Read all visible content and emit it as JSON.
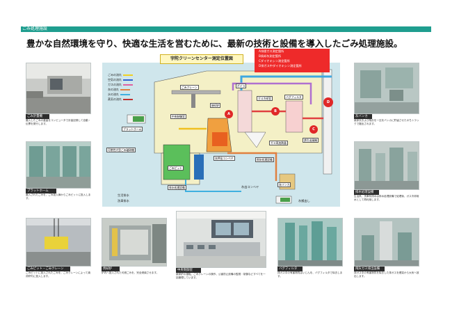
{
  "header": {
    "section_tag": "ごみ処理施設",
    "title": "豊かな自然環境を守り、快適な生活を営むために、最新の技術と設備を導入したごみ処理施設。"
  },
  "diagram": {
    "title": "宇陀クリーンセンター測定位置図",
    "legend": [
      "A排煙ガス測定箇所",
      "B焼却灰測定箇所",
      "Cダイオキシン測定箇所",
      "D排ガス中ダイオキシン測定箇所"
    ],
    "key": [
      "ごみの流れ",
      "空気の流れ",
      "ガスの流れ",
      "灰の流れ",
      "水の流れ",
      "蒸気の流れ"
    ],
    "labels": {
      "crane": "ごみクレーン",
      "platform": "プラットホーム",
      "pit": "ごみピット",
      "control": "中央制御室",
      "bulky": "可燃性大型ごみ破砕機",
      "furnace": "焼却炉",
      "ash_conveyor": "灰押出コンベヤ",
      "boiler": "ボイラ",
      "cooler": "ガス冷却室",
      "filter": "バグフィルタ",
      "fan": "誘引送風機",
      "stack": "煙突",
      "wastewater": "排水処理設備",
      "living": "生活排水",
      "plant": "洗車排水",
      "ash_bunker": "灰バンカ",
      "fly_ash": "飛灰処理設備",
      "ash_out": "灰搬出し",
      "gas_reheat": "ガス再加熱器",
      "ashpit": "灰ピット",
      "conveyor": "灰出コンベヤ",
      "truck": "灰搬出し"
    },
    "markers": [
      "A",
      "B",
      "C",
      "D"
    ]
  },
  "photos": [
    {
      "caption": "ごみ計量機",
      "text": "搬入したごみの重量をコンピュータで計量記録して自動・伝票を発行します。"
    },
    {
      "caption": "プラットホーム",
      "text": "搬入されたごみを、ごみ投入扉からごみピットに投入します。"
    },
    {
      "caption": "ごみピット・ごみクレーン",
      "text": "ごみピットに投入されたごみを、ごみクレーンによって焼却炉内に投入します。"
    },
    {
      "caption": "焼却炉",
      "text": "炉内へ投入された可燃ごみを、完全燃焼させます。"
    },
    {
      "caption": "中央制御室",
      "text": "焼却炉の運転、ごみクレーンの操作、公害防止設備の監視・制御などすべてを一括管理しています。"
    },
    {
      "caption": "バグフィルタ",
      "text": "排ガス中の有害物質ばいじんを、バグフィルタで除去します。"
    },
    {
      "caption": "灰バンカ",
      "text": "焼却灰および飛灰を一旦灰バンカに貯留させたのちトラックで搬出されます。"
    },
    {
      "caption": "排水処理設備",
      "text": "生活系、洗車系排水は排水処理設備で処理後、ガス冷却用水として再利用します。"
    },
    {
      "caption": "飛灰ガス排出設備",
      "text": "排ガス中の有害物質を除去した排ガスを煙突から大気へ放出します。"
    }
  ],
  "colors": {
    "accent": "#1f9e8f",
    "legend_bg": "#ee2a2a",
    "diagram_bg": "#cfe6ec",
    "key_colors": [
      "#f0d020",
      "#3060d0",
      "#e060a0",
      "#e08040",
      "#40b0e0",
      "#c03030"
    ]
  }
}
